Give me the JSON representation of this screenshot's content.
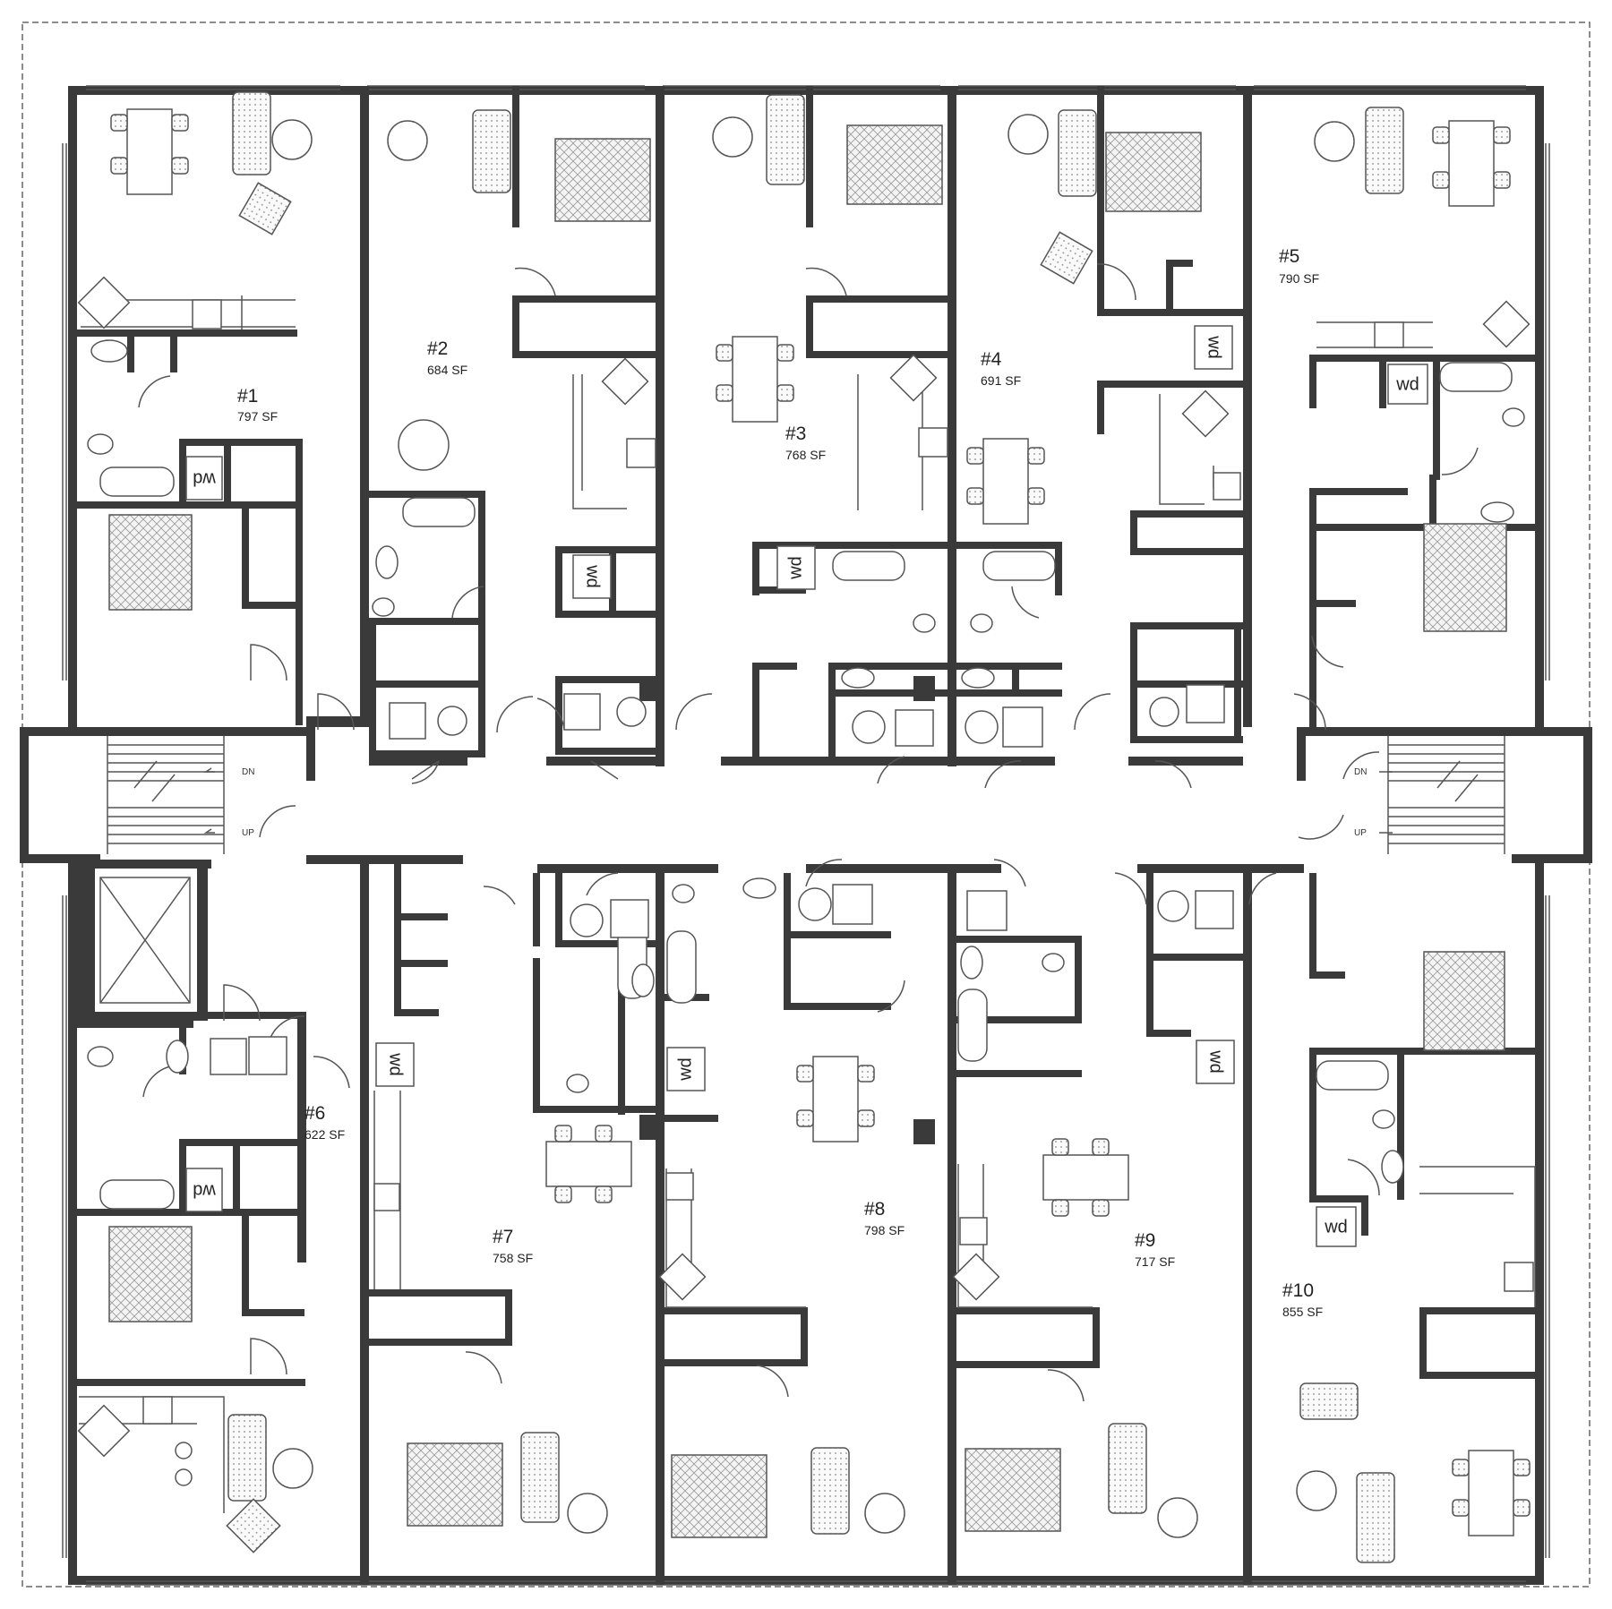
{
  "units": [
    {
      "id": "unit-1",
      "number": "#1",
      "area": "797 SF"
    },
    {
      "id": "unit-2",
      "number": "#2",
      "area": "684 SF"
    },
    {
      "id": "unit-3",
      "number": "#3",
      "area": "768 SF"
    },
    {
      "id": "unit-4",
      "number": "#4",
      "area": "691 SF"
    },
    {
      "id": "unit-5",
      "number": "#5",
      "area": "790 SF"
    },
    {
      "id": "unit-6",
      "number": "#6",
      "area": "622 SF"
    },
    {
      "id": "unit-7",
      "number": "#7",
      "area": "758 SF"
    },
    {
      "id": "unit-8",
      "number": "#8",
      "area": "798 SF"
    },
    {
      "id": "unit-9",
      "number": "#9",
      "area": "717 SF"
    },
    {
      "id": "unit-10",
      "number": "#10",
      "area": "855 SF"
    }
  ],
  "washer_dryer_label": "wd",
  "stairs": {
    "down_label": "DN",
    "up_label": "UP"
  },
  "colors": {
    "wall": "#3a3a3a",
    "line": "#555555",
    "background": "#ffffff"
  }
}
